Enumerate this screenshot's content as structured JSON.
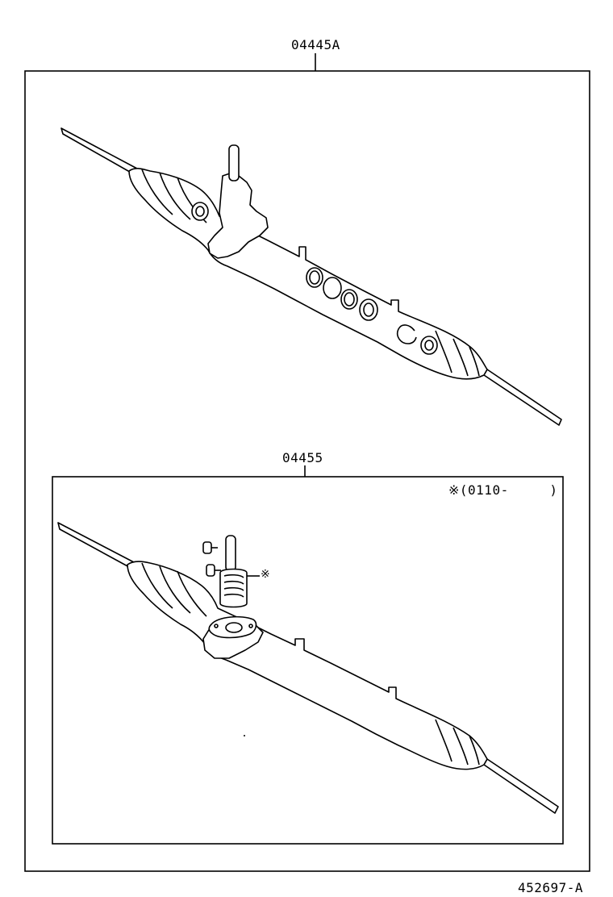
{
  "upper_group": {
    "part_no": "04445A"
  },
  "lower_group": {
    "part_no": "04455",
    "note": "※(0110-     )",
    "callout_mark": "※"
  },
  "illustration_id": "452697-A"
}
